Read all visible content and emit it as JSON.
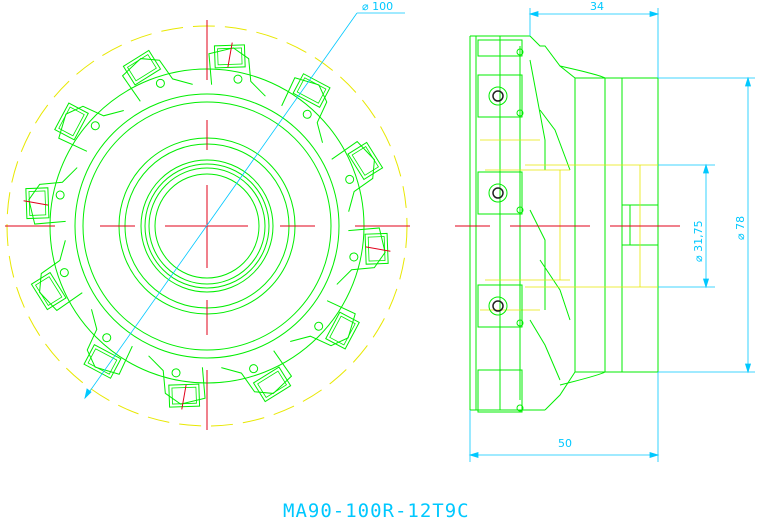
{
  "colors": {
    "outline": "#00ee00",
    "centerline": "#e0001a",
    "dimension": "#00c8ff",
    "hidden": "#e8e800",
    "dark": "#222222"
  },
  "dimensions": {
    "diameter_cutter": "⌀ 100",
    "width_34": "34",
    "diameter_78": "⌀ 78",
    "diameter_bore": "⌀ 31,75",
    "length_50": "50"
  },
  "title": "MA90-100R-12T9C"
}
